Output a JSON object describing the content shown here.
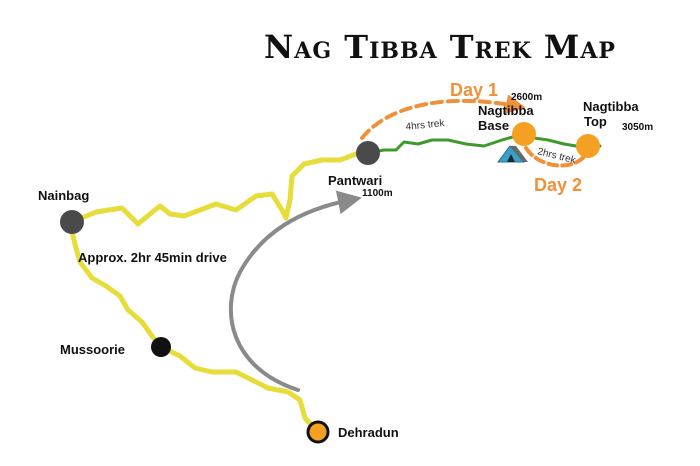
{
  "title": "Nag Tibba Trek Map",
  "colors": {
    "road": "#e6dd3a",
    "trek": "#3f9a2c",
    "day_orange": "#f0913a",
    "node_dark": "#4a4a4a",
    "node_black": "#111111",
    "node_orange": "#f5a023",
    "drive_arrow": "#8a8a8a",
    "text": "#111111"
  },
  "places": {
    "nainbag": {
      "label": "Nainbag"
    },
    "mussoorie": {
      "label": "Mussoorie"
    },
    "dehradun": {
      "label": "Dehradun"
    },
    "pantwari": {
      "label": "Pantwari",
      "elevation": "1100m"
    },
    "base": {
      "label_line1": "Nagtibba",
      "label_line2": "Base",
      "elevation": "2600m"
    },
    "top": {
      "label_line1": "Nagtibba",
      "label_line2": "Top",
      "elevation": "3050m"
    }
  },
  "days": {
    "day1": "Day 1",
    "day2": "Day 2"
  },
  "treks": {
    "four_hrs": "4hrs trek",
    "two_hrs": "2hrs trek"
  },
  "drive_note": "Approx. 2hr 45min drive",
  "icons": {
    "camp": "tent-icon"
  }
}
